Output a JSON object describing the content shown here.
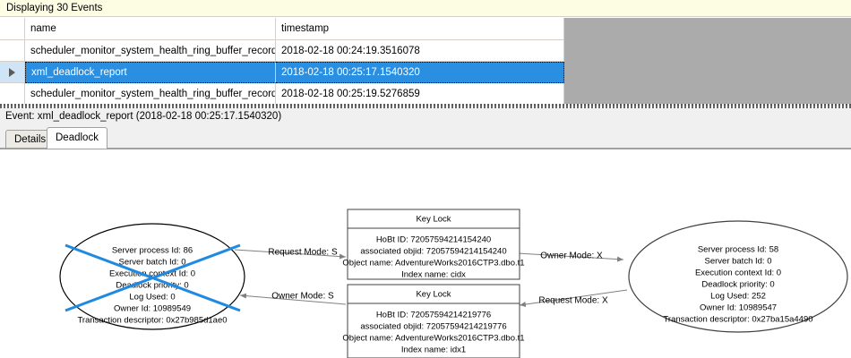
{
  "banner": {
    "text": "Displaying 30 Events"
  },
  "grid": {
    "columns": [
      "",
      "name",
      "timestamp"
    ],
    "rows": [
      {
        "selector": "",
        "name": "scheduler_monitor_system_health_ring_buffer_recorded",
        "timestamp": "2018-02-18 00:24:19.3516078",
        "selected": false
      },
      {
        "selector": "row-arrow",
        "name": "xml_deadlock_report",
        "timestamp": "2018-02-18 00:25:17.1540320",
        "selected": true
      },
      {
        "selector": "",
        "name": "scheduler_monitor_system_health_ring_buffer_recorded",
        "timestamp": "2018-02-18 00:25:19.5276859",
        "selected": false
      }
    ]
  },
  "event_header": {
    "text": "Event: xml_deadlock_report (2018-02-18 00:25:17.1540320)"
  },
  "tabs": [
    {
      "label": "Details",
      "active": false
    },
    {
      "label": "Deadlock",
      "active": true
    }
  ],
  "deadlock_graph": {
    "victim_process": {
      "lines": [
        "Server process Id: 86",
        "Server batch Id: 0",
        "Execution context Id: 0",
        "Deadlock priority: 0",
        "Log Used: 0",
        "Owner Id: 10989549",
        "Transaction descriptor: 0x27b985d1ae0"
      ],
      "is_victim": true,
      "victim_cross_color": "#1f8ae0"
    },
    "surviving_process": {
      "lines": [
        "Server process Id: 58",
        "Server batch Id: 0",
        "Execution context Id: 0",
        "Deadlock priority: 0",
        "Log Used: 252",
        "Owner Id: 10989547",
        "Transaction descriptor: 0x27ba15a4490"
      ],
      "is_victim": false
    },
    "resource_top": {
      "title": "Key Lock",
      "lines": [
        "HoBt ID: 72057594214154240",
        "associated objid: 72057594214154240",
        "Object name: AdventureWorks2016CTP3.dbo.t1",
        "Index name: cidx"
      ]
    },
    "resource_bottom": {
      "title": "Key Lock",
      "lines": [
        "HoBt ID: 72057594214219776",
        "associated objid: 72057594214219776",
        "Object name: AdventureWorks2016CTP3.dbo.t1",
        "Index name: idx1"
      ]
    },
    "edges": [
      {
        "label": "Request Mode: S",
        "from": "victim_process",
        "to": "resource_top"
      },
      {
        "label": "Owner Mode: X",
        "from": "resource_top",
        "to": "surviving_process"
      },
      {
        "label": "Owner Mode: S",
        "from": "resource_bottom",
        "to": "victim_process"
      },
      {
        "label": "Request Mode: X",
        "from": "surviving_process",
        "to": "resource_bottom"
      }
    ]
  }
}
